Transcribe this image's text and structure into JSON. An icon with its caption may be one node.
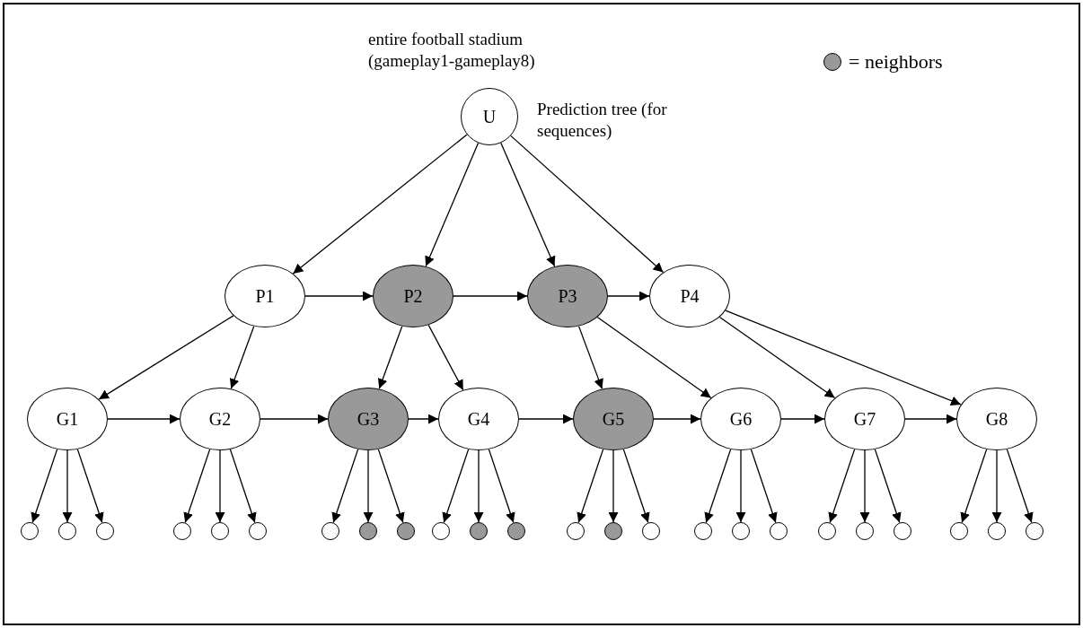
{
  "diagram": {
    "nodes": [
      {
        "text": [
          "U"
        ],
        "beside": [
          "Prediction tree (for sequences)"
        ]
      },
      {
        "text": [
          "P1"
        ]
      },
      {
        "text": [
          "P2"
        ]
      },
      {
        "text": [
          "P3"
        ]
      },
      {
        "text": [
          "P4"
        ]
      },
      {
        "text": [
          "G1"
        ]
      },
      {
        "text": [
          "G2"
        ]
      },
      {
        "text": [
          "G3"
        ]
      },
      {
        "text": [
          "G4"
        ]
      },
      {
        "text": [
          "G5"
        ]
      },
      {
        "text": [
          "G6"
        ]
      },
      {
        "text": [
          "G7"
        ]
      },
      {
        "text": [
          "G8"
        ]
      },
      {
        "text": [],
        "shape": "circle"
      },
      {
        "text": [],
        "shape": "circle"
      },
      {
        "text": [],
        "shape": "circle"
      },
      {
        "text": [],
        "shape": "circle"
      },
      {
        "text": [],
        "shape": "circle"
      },
      {
        "text": [],
        "shape": "circle"
      },
      {
        "text": [],
        "shape": "circle"
      },
      {
        "text": [],
        "shape": "circle"
      },
      {
        "text": [],
        "shape": "circle"
      },
      {
        "text": [],
        "shape": "circle"
      },
      {
        "text": [],
        "shape": "circle"
      },
      {
        "text": [],
        "shape": "circle"
      },
      {
        "text": [],
        "shape": "circle"
      },
      {
        "text": [],
        "shape": "circle"
      },
      {
        "text": [],
        "shape": "circle"
      },
      {
        "text": [],
        "shape": "circle"
      },
      {
        "text": [],
        "shape": "circle"
      },
      {
        "text": [],
        "shape": "circle"
      },
      {
        "text": [],
        "shape": "circle"
      },
      {
        "text": [],
        "shape": "circle"
      },
      {
        "text": [],
        "shape": "circle"
      },
      {
        "text": [],
        "shape": "circle"
      },
      {
        "text": [],
        "shape": "circle"
      },
      {
        "text": [],
        "shape": "circle"
      }
    ],
    "edges": [
      {
        "from": 0,
        "to": 1,
        "arrow": "to"
      },
      {
        "from": 0,
        "to": 2,
        "arrow": "to"
      },
      {
        "from": 0,
        "to": 3,
        "arrow": "to"
      },
      {
        "from": 0,
        "to": 4,
        "arrow": "to"
      },
      {
        "from": 1,
        "to": 2,
        "arrow": "to"
      },
      {
        "from": 2,
        "to": 3,
        "arrow": "to"
      },
      {
        "from": 3,
        "to": 4,
        "arrow": "to"
      },
      {
        "from": 1,
        "to": 5,
        "arrow": "to"
      },
      {
        "from": 1,
        "to": 6,
        "arrow": "to"
      },
      {
        "from": 2,
        "to": 7,
        "arrow": "to"
      },
      {
        "from": 2,
        "to": 8,
        "arrow": "to"
      },
      {
        "from": 3,
        "to": 9,
        "arrow": "to"
      },
      {
        "from": 3,
        "to": 10,
        "arrow": "to"
      },
      {
        "from": 4,
        "to": 11,
        "arrow": "to"
      },
      {
        "from": 4,
        "to": 12,
        "arrow": "to"
      },
      {
        "from": 5,
        "to": 6,
        "arrow": "to"
      },
      {
        "from": 6,
        "to": 7,
        "arrow": "to"
      },
      {
        "from": 7,
        "to": 8,
        "arrow": "to"
      },
      {
        "from": 8,
        "to": 9,
        "arrow": "to"
      },
      {
        "from": 9,
        "to": 10,
        "arrow": "to"
      },
      {
        "from": 10,
        "to": 11,
        "arrow": "to"
      },
      {
        "from": 11,
        "to": 12,
        "arrow": "to"
      },
      {
        "from": 5,
        "to": 13,
        "arrow": "to"
      },
      {
        "from": 5,
        "to": 14,
        "arrow": "to"
      },
      {
        "from": 5,
        "to": 15,
        "arrow": "to"
      },
      {
        "from": 6,
        "to": 16,
        "arrow": "to"
      },
      {
        "from": 6,
        "to": 17,
        "arrow": "to"
      },
      {
        "from": 6,
        "to": 18,
        "arrow": "to"
      },
      {
        "from": 7,
        "to": 19,
        "arrow": "to"
      },
      {
        "from": 7,
        "to": 20,
        "arrow": "to"
      },
      {
        "from": 7,
        "to": 21,
        "arrow": "to"
      },
      {
        "from": 8,
        "to": 22,
        "arrow": "to"
      },
      {
        "from": 8,
        "to": 23,
        "arrow": "to"
      },
      {
        "from": 8,
        "to": 24,
        "arrow": "to"
      },
      {
        "from": 9,
        "to": 25,
        "arrow": "to"
      },
      {
        "from": 9,
        "to": 26,
        "arrow": "to"
      },
      {
        "from": 9,
        "to": 27,
        "arrow": "to"
      },
      {
        "from": 10,
        "to": 28,
        "arrow": "to"
      },
      {
        "from": 10,
        "to": 29,
        "arrow": "to"
      },
      {
        "from": 10,
        "to": 30,
        "arrow": "to"
      },
      {
        "from": 11,
        "to": 31,
        "arrow": "to"
      },
      {
        "from": 11,
        "to": 32,
        "arrow": "to"
      },
      {
        "from": 11,
        "to": 33,
        "arrow": "to"
      },
      {
        "from": 12,
        "to": 34,
        "arrow": "to"
      },
      {
        "from": 12,
        "to": 35,
        "arrow": "to"
      },
      {
        "from": 12,
        "to": 36,
        "arrow": "to"
      }
    ],
    "labels": [
      "entire football stadium (gameplay1-gameplay8)"
    ],
    "legend": [
      {
        "text": "= neighbors",
        "color": "#999999"
      }
    ]
  }
}
